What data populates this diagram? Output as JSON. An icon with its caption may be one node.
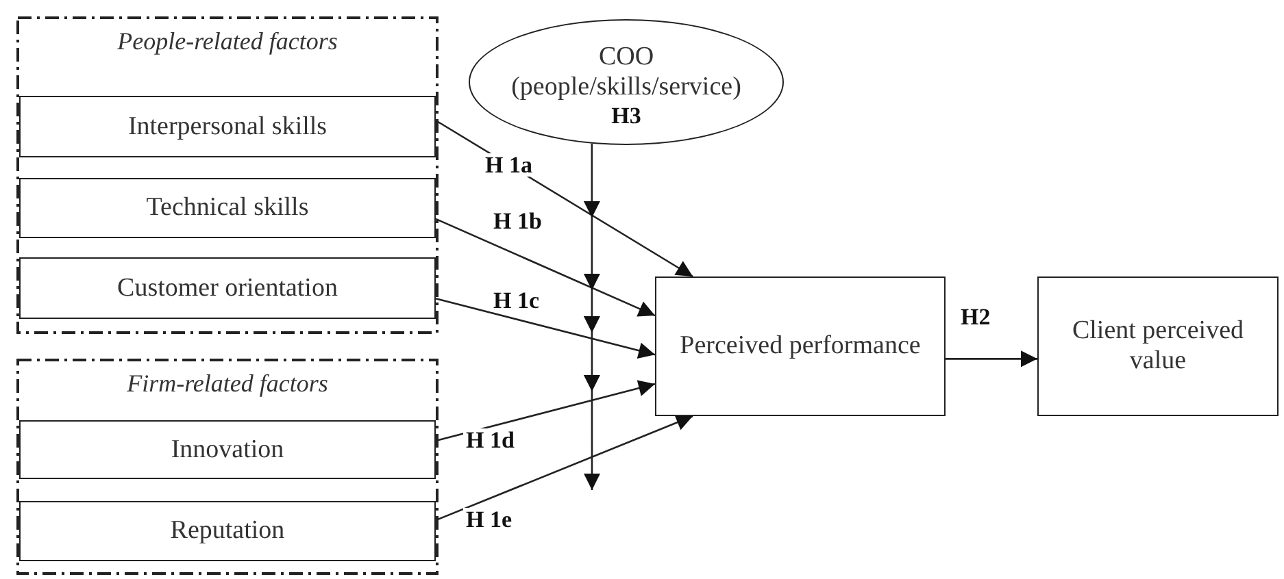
{
  "diagram": {
    "nodes": [
      {
        "text": [
          "People-related factors"
        ]
      },
      {
        "text": [
          "Interpersonal skills"
        ],
        "in": 0
      },
      {
        "text": [
          "Technical skills"
        ],
        "in": 0
      },
      {
        "text": [
          "Customer orientation"
        ],
        "in": 0
      },
      {
        "text": [
          "Firm-related factors"
        ]
      },
      {
        "text": [
          "Innovation"
        ],
        "in": 4
      },
      {
        "text": [
          "Reputation"
        ],
        "in": 4
      },
      {
        "text": [
          "COO (people/skills/service)",
          "H3"
        ]
      },
      {
        "text": [
          "Perceived performance"
        ]
      },
      {
        "text": [
          "Client perceived value"
        ]
      }
    ],
    "edges": [
      {
        "from": 1,
        "to": 8,
        "arrow": "to",
        "label": "H 1a"
      },
      {
        "from": 2,
        "to": 8,
        "arrow": "to",
        "label": "H 1b"
      },
      {
        "from": 3,
        "to": 8,
        "arrow": "to",
        "label": "H 1c"
      },
      {
        "from": 5,
        "to": 8,
        "arrow": "to",
        "label": "H 1d"
      },
      {
        "from": 6,
        "to": 8,
        "arrow": "to",
        "label": "H 1e"
      },
      {
        "from": 8,
        "to": 9,
        "arrow": "to",
        "label": "H2"
      },
      {
        "from": 7,
        "to": null,
        "arrow": "to"
      }
    ]
  }
}
